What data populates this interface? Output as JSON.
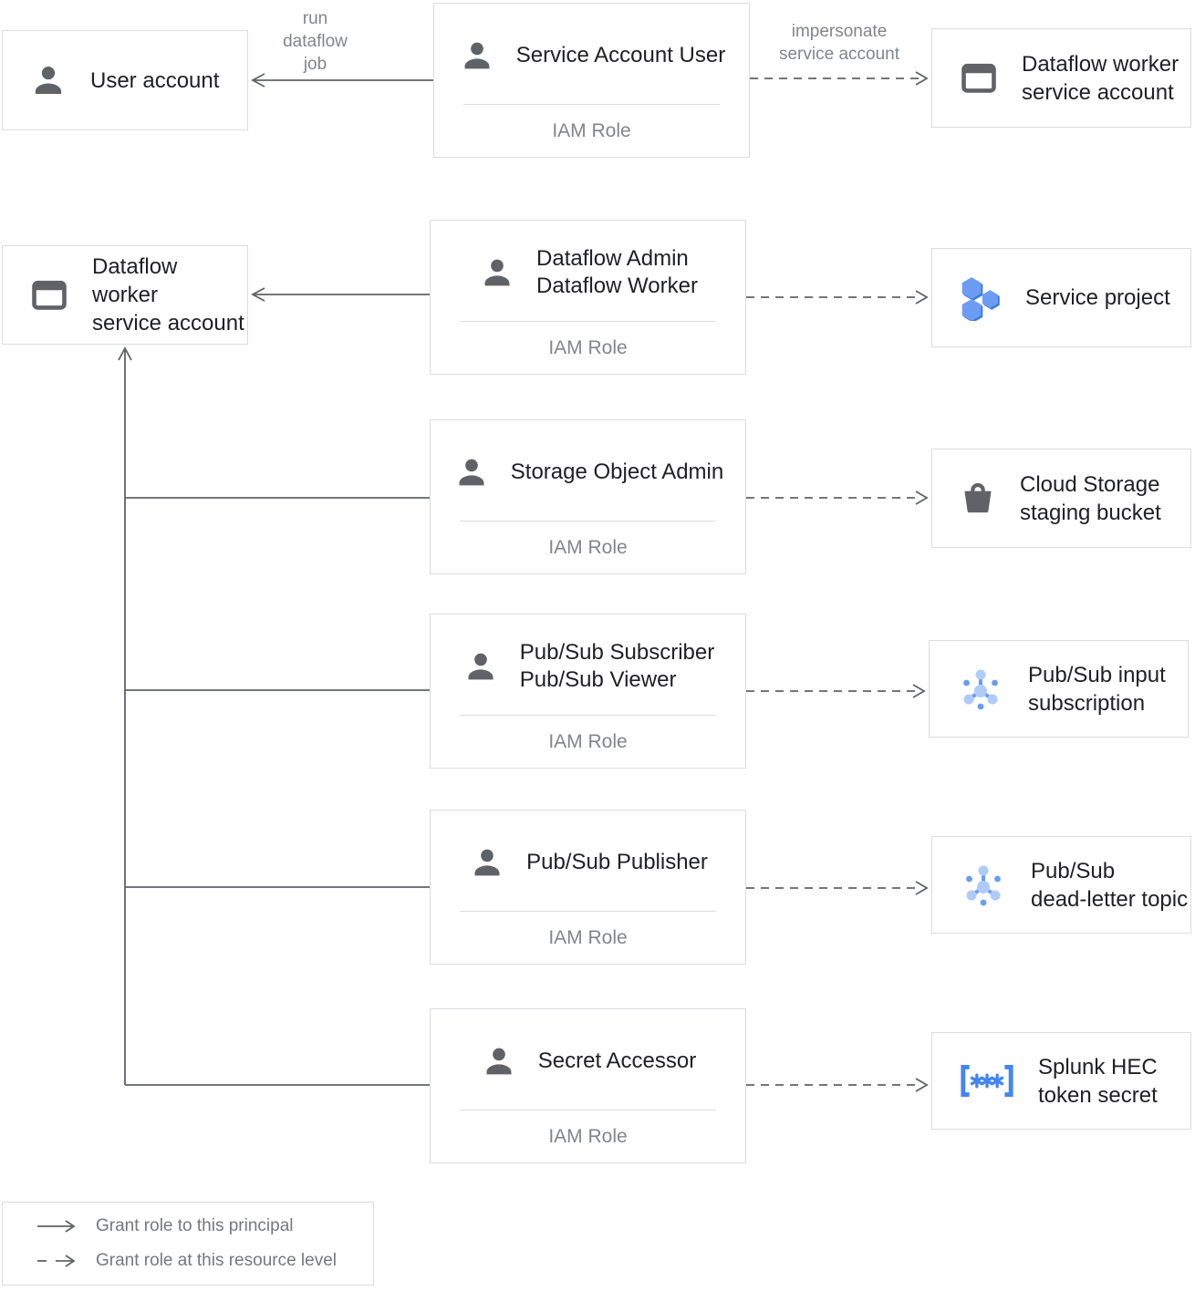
{
  "colors": {
    "box_border": "#dadce0",
    "text_primary": "#202124",
    "text_muted": "#80868b",
    "icon_gray": "#5f6368",
    "line_gray": "#5f6368",
    "blue": "#4285f4",
    "blue_mid": "#669df6",
    "blue_light": "#aecbfa",
    "hex_blue": "#6d9cf4",
    "hex_blue_dark": "#3c78dc"
  },
  "nodes": {
    "user_account": {
      "label": "User account",
      "icon": "person-icon"
    },
    "service_account_user": {
      "title": "Service Account User",
      "subtitle": "IAM Role",
      "icon": "person-icon"
    },
    "dataflow_worker_sa_top": {
      "lines": [
        "Dataflow worker",
        "service account"
      ],
      "icon": "service-account-card-icon"
    },
    "dataflow_admin_worker": {
      "titles": [
        "Dataflow Admin",
        "Dataflow Worker"
      ],
      "subtitle": "IAM Role",
      "icon": "person-icon"
    },
    "dataflow_worker_sa_left": {
      "lines": [
        "Dataflow worker",
        "service account"
      ],
      "icon": "service-account-card-icon"
    },
    "service_project": {
      "label": "Service project",
      "icon": "project-hexagons-icon"
    },
    "storage_object_admin": {
      "title": "Storage Object Admin",
      "subtitle": "IAM Role",
      "icon": "person-icon"
    },
    "cloud_storage_staging_bucket": {
      "lines": [
        "Cloud Storage",
        "staging bucket"
      ],
      "icon": "storage-bucket-icon"
    },
    "pubsub_subscriber_viewer": {
      "titles": [
        "Pub/Sub Subscriber",
        "Pub/Sub Viewer"
      ],
      "subtitle": "IAM Role",
      "icon": "pubsub-icon-person"
    },
    "pubsub_input_subscription": {
      "lines": [
        "Pub/Sub input",
        "subscription"
      ],
      "icon": "pubsub-icon"
    },
    "pubsub_publisher": {
      "title": "Pub/Sub Publisher",
      "subtitle": "IAM Role",
      "icon": "person-icon"
    },
    "pubsub_dead_letter_topic": {
      "lines": [
        "Pub/Sub",
        "dead-letter topic"
      ],
      "icon": "pubsub-icon"
    },
    "secret_accessor": {
      "title": "Secret Accessor",
      "subtitle": "IAM Role",
      "icon": "person-icon"
    },
    "splunk_hec_token_secret": {
      "lines": [
        "Splunk HEC",
        "token secret"
      ],
      "icon": "secret-icon"
    }
  },
  "edge_labels": {
    "run_dataflow_job": [
      "run",
      "dataflow",
      "job"
    ],
    "impersonate_service_account": [
      "impersonate",
      "service account"
    ]
  },
  "legend": {
    "solid_arrow_label": "Grant role to this principal",
    "dashed_arrow_label": "Grant role at this resource level"
  }
}
